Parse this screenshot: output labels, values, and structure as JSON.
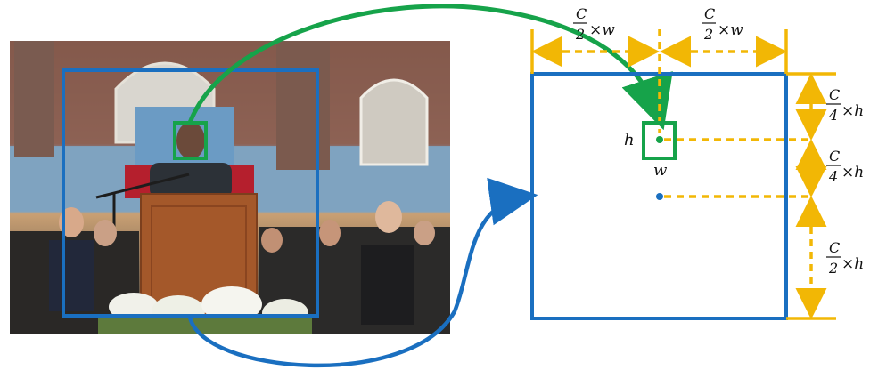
{
  "diagram": {
    "labels": {
      "top_left_width": {
        "numerator": "C",
        "denominator": "2",
        "suffix": "×w"
      },
      "top_right_width": {
        "numerator": "C",
        "denominator": "2",
        "suffix": "×w"
      },
      "right_top_height": {
        "numerator": "C",
        "denominator": "4",
        "suffix": "×h"
      },
      "right_mid_height": {
        "numerator": "C",
        "denominator": "4",
        "suffix": "×h"
      },
      "right_bottom_height": {
        "numerator": "C",
        "denominator": "2",
        "suffix": "×h"
      },
      "box_h": "h",
      "box_w": "w"
    },
    "colors": {
      "blue": "#1a6fc0",
      "green": "#16a34a",
      "yellow": "#f2b705",
      "dark": "#111111"
    }
  }
}
